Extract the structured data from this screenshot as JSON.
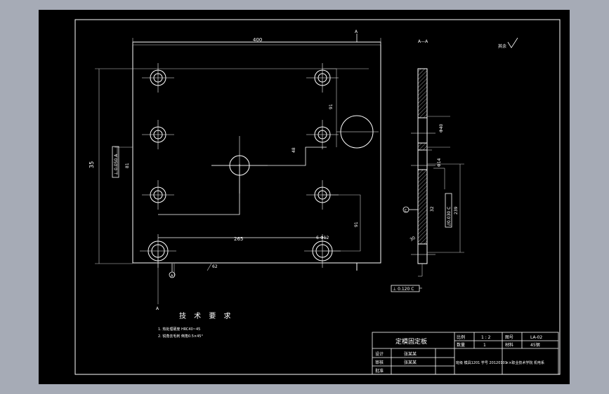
{
  "drawing": {
    "colors": {
      "background": "#000000",
      "line": "#ffffff",
      "dimension": "#c8c8c8",
      "outer_frame": "#a6abb6"
    },
    "section_label": "A—A",
    "section_mark": "A",
    "roughness_mark": "其余",
    "dimensions": {
      "width_top": "400",
      "height_left": "35",
      "spacing_265": "265",
      "holes": "6-Φ12",
      "dim_91a": "91",
      "dim_91b": "91",
      "dim_48": "48",
      "dim_81": "81",
      "dim_t2": "62",
      "dim_s1": "Φ40",
      "dim_s2": "Φ14",
      "dim_239": "239",
      "dim_32": "32",
      "dim_bottom": "30"
    },
    "tolerance_frames": {
      "left": "⊥ 0.050 A",
      "right": "//0.030 C",
      "bottom": "⊥ 0.120 C"
    },
    "datums": {
      "a": "A",
      "c": "C"
    },
    "tech_requirements": {
      "title": "技 术 要 求",
      "items": [
        "1. 热处理硬度 HRC40~45",
        "2. 锐角去毛刺 倒角0.5×45°"
      ]
    },
    "title_block": {
      "part_name": "定模固定板",
      "scale_label": "比例",
      "scale_value": "1 : 2",
      "drawing_no_label": "图号",
      "drawing_no": "LA-02",
      "qty_label": "数量",
      "qty_value": "1",
      "material_label": "材料",
      "material_value": "45钢",
      "designer_label": "设计",
      "designer_name": "张某某",
      "checker_label": "审核",
      "checker_name": "张某某",
      "approve_label": "批准",
      "school": "××职业技术学院 机电系",
      "class_info": "班级 模具1201 学号 20120101"
    }
  }
}
